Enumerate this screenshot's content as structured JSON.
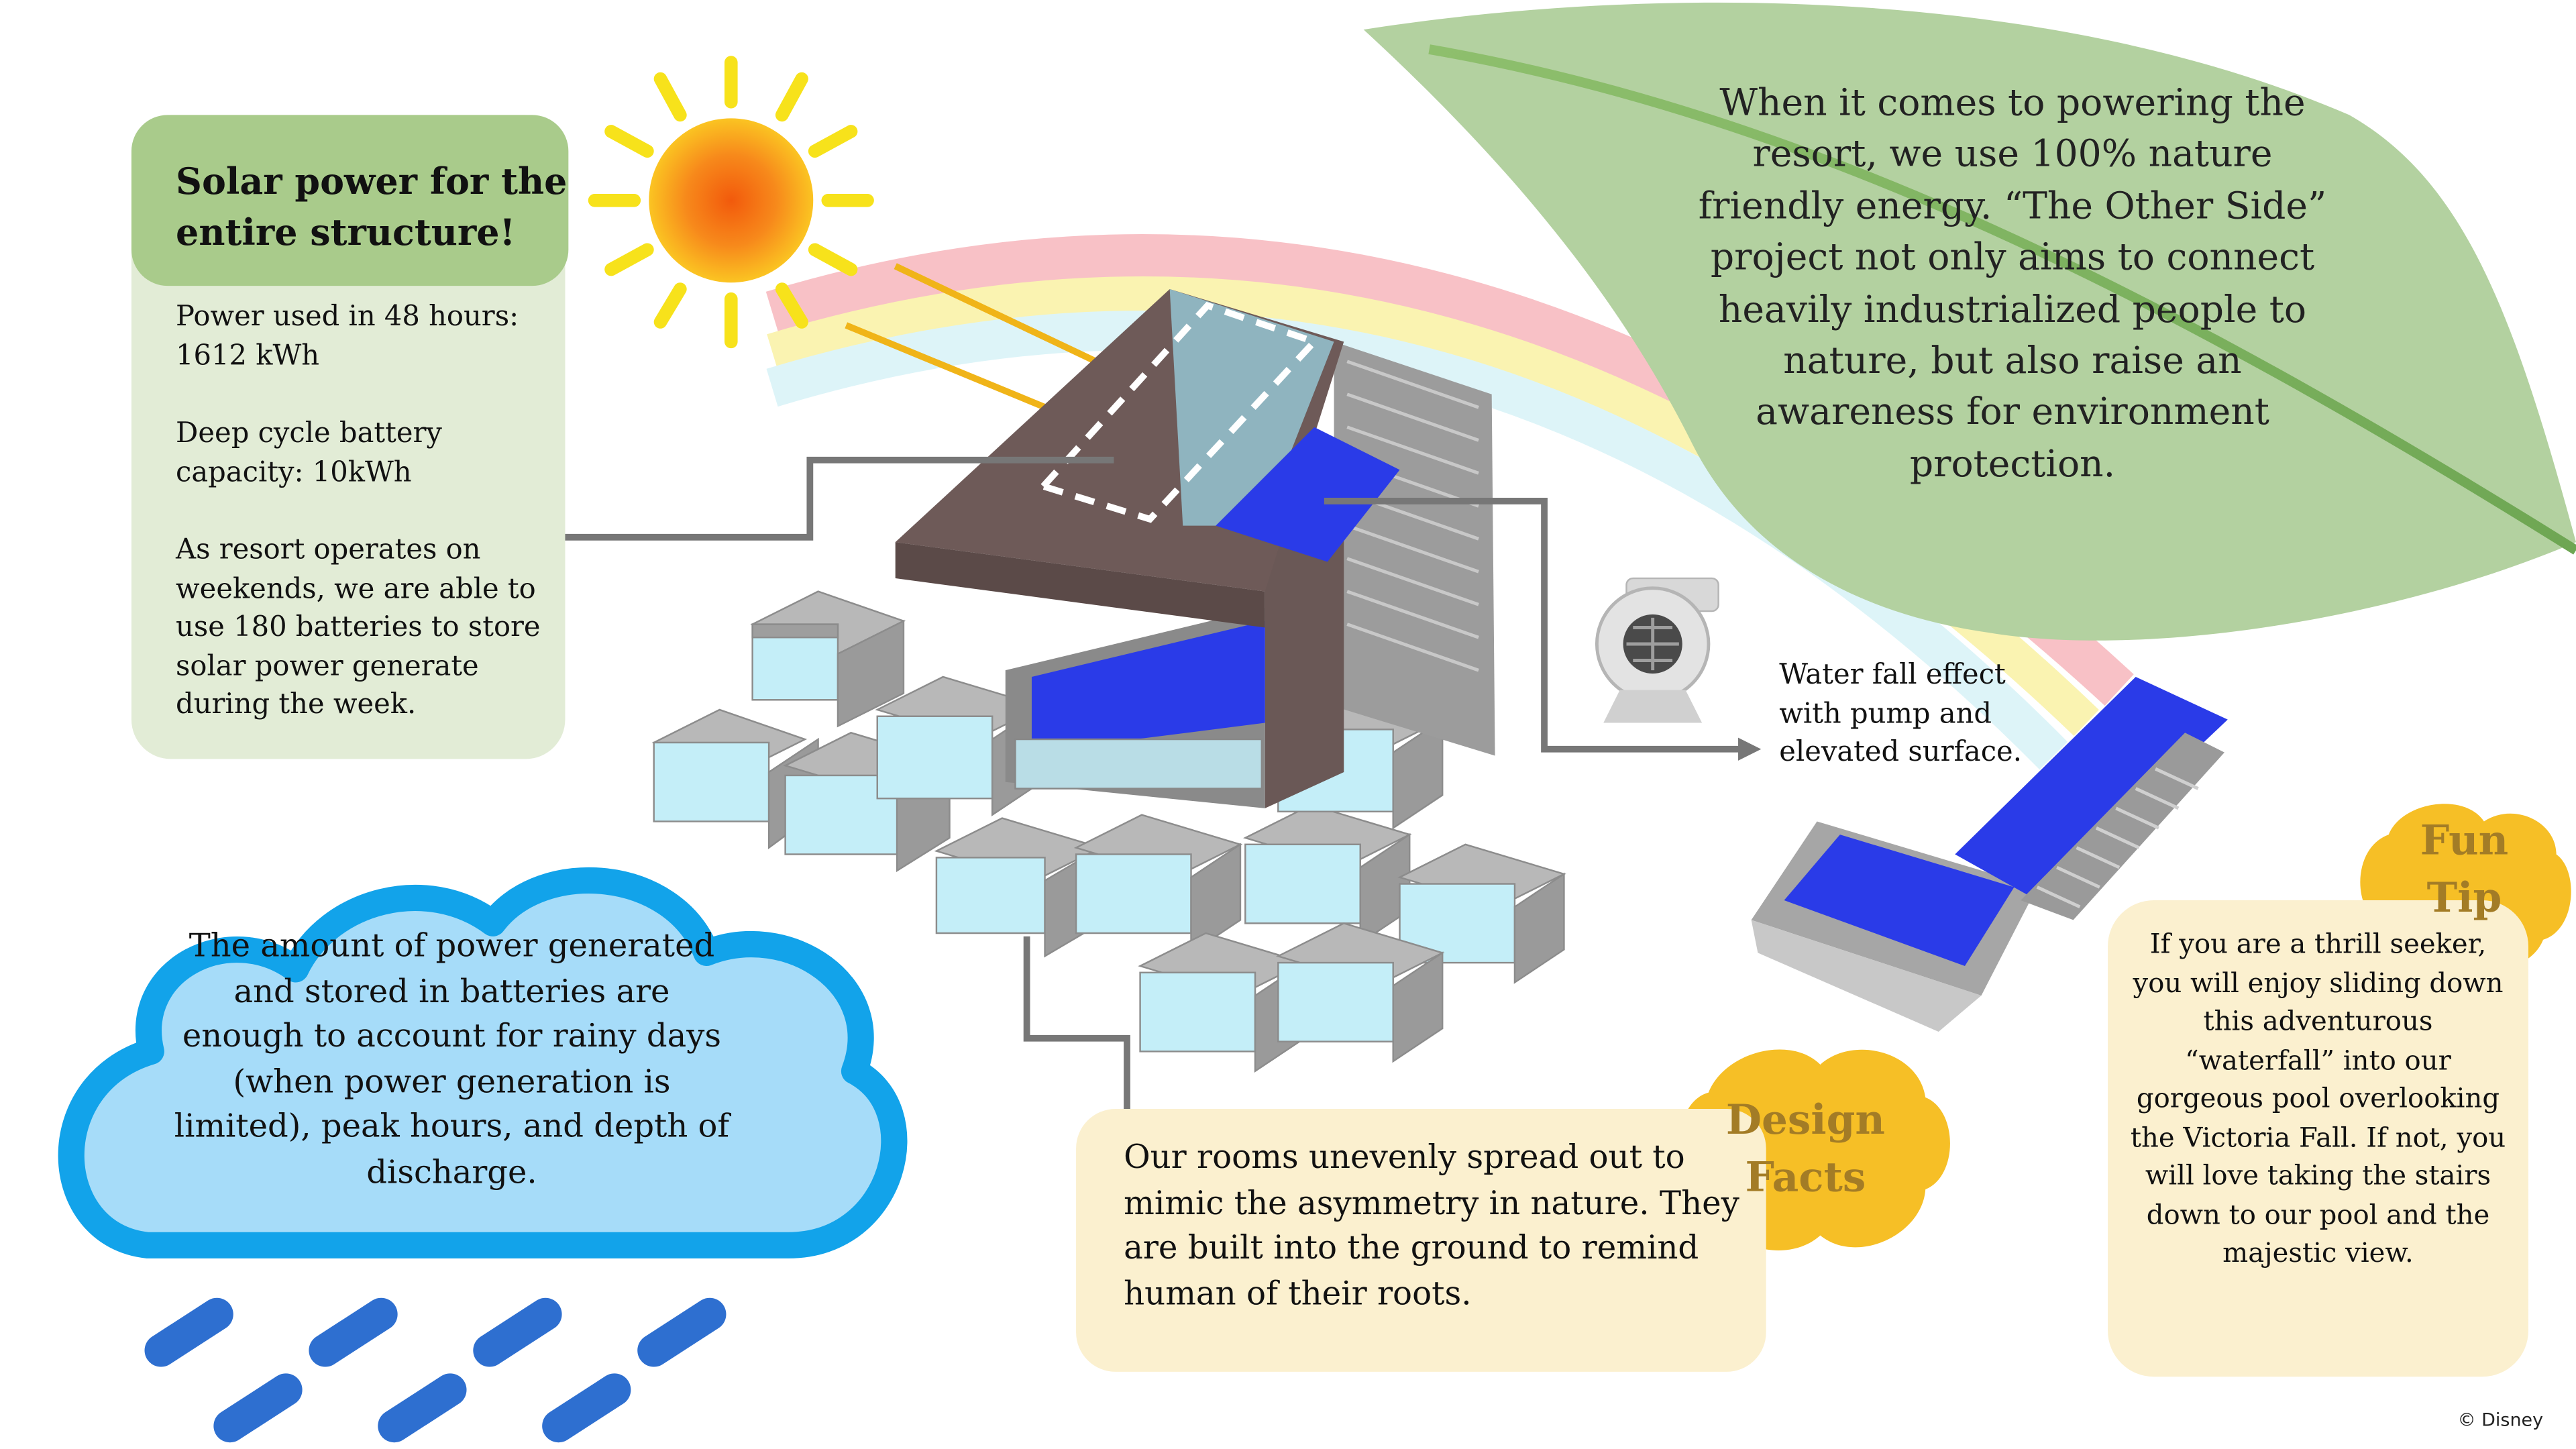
{
  "solar": {
    "title": "Solar power for the entire structure!",
    "power_used": "Power used in 48 hours: 1612 kWh",
    "battery_capacity": "Deep cycle battery capacity: 10kWh",
    "batteries_note": "As resort operates on weekends, we are able to use 180 batteries to store solar power generate during the week."
  },
  "leaf": {
    "text": "When it comes to powering the resort, we use 100% nature friendly energy. “The Other Side” project not only aims to connect heavily industrialized people to nature, but also raise an awareness for environment protection."
  },
  "cloud": {
    "text": "The amount of power generated and stored in batteries are enough to account for rainy days (when power generation is limited), peak hours, and depth of discharge."
  },
  "waterfall": {
    "text": "Water fall effect with pump and elevated surface."
  },
  "design_facts": {
    "badge_line1": "Design",
    "badge_line2": "Facts",
    "text": "Our rooms unevenly spread out to mimic the asymmetry in nature. They are built into the ground to remind human of their roots."
  },
  "fun_tip": {
    "badge_line1": "Fun",
    "badge_line2": "Tip",
    "text": "If you are a thrill seeker, you will enjoy sliding down this adventurous “waterfall” into our gorgeous pool overlooking the Victoria Fall. If not, you will love taking the stairs down to our pool and the majestic view."
  },
  "credit": "© Disney",
  "colors": {
    "leaf": "#b3d1a0",
    "solar_header": "#a9cb8b",
    "solar_card": "#e2ecd6",
    "cloud_fill": "#a6dcf9",
    "cloud_outline": "#12a3ea",
    "rain": "#2e6fd0",
    "badge": "#f6bf26",
    "badge_text": "#a37c26",
    "note_card": "#fbf0cf",
    "pool": "#2a3be8",
    "roof": "#6e5a58",
    "sun": "#f7e21b",
    "arrow_yellow": "#f0b418",
    "connector": "#777777"
  }
}
